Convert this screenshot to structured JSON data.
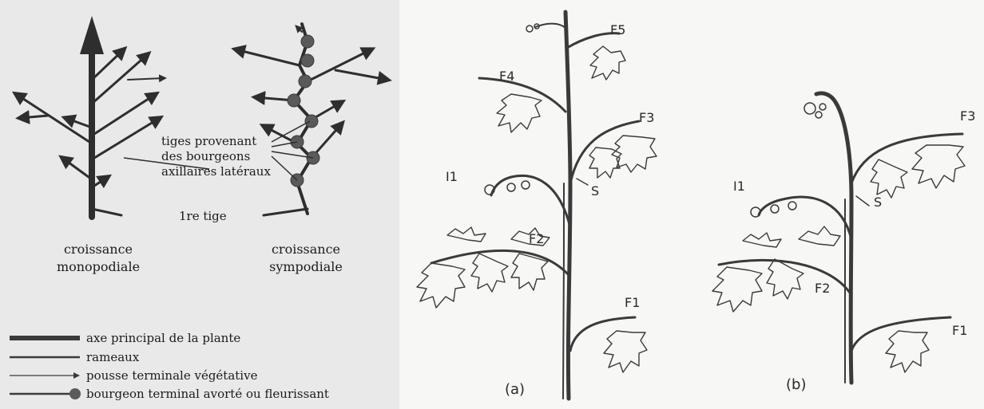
{
  "left": {
    "monopodial_caption": [
      "croissance",
      "monopodiale"
    ],
    "sympodial_caption": [
      "croissance",
      "sympodiale"
    ],
    "callout": [
      "tiges provenant",
      "des bourgeons",
      "axillaires latéraux"
    ],
    "first_stem": "1re tige",
    "legend": [
      {
        "symbol": "thick-line",
        "label": "axe principal de la plante"
      },
      {
        "symbol": "thin-line",
        "label": "rameaux"
      },
      {
        "symbol": "thin-arrow",
        "label": "pousse terminale végétative"
      },
      {
        "symbol": "line-dot",
        "label": "bourgeon terminal avorté ou fleurissant"
      }
    ]
  },
  "right": {
    "plant_a": {
      "caption": "(a)",
      "labels": [
        "F5",
        "F4",
        "F3",
        "I1",
        "S",
        "F2",
        "F1"
      ]
    },
    "plant_b": {
      "caption": "(b)",
      "labels": [
        "F3",
        "I1",
        "S",
        "F2",
        "F1"
      ]
    }
  },
  "colors": {
    "left_bg": "#e9e9e9",
    "right_bg": "#f7f7f5",
    "stroke": "#3a3a3a",
    "ink": "#1b1b1b"
  }
}
